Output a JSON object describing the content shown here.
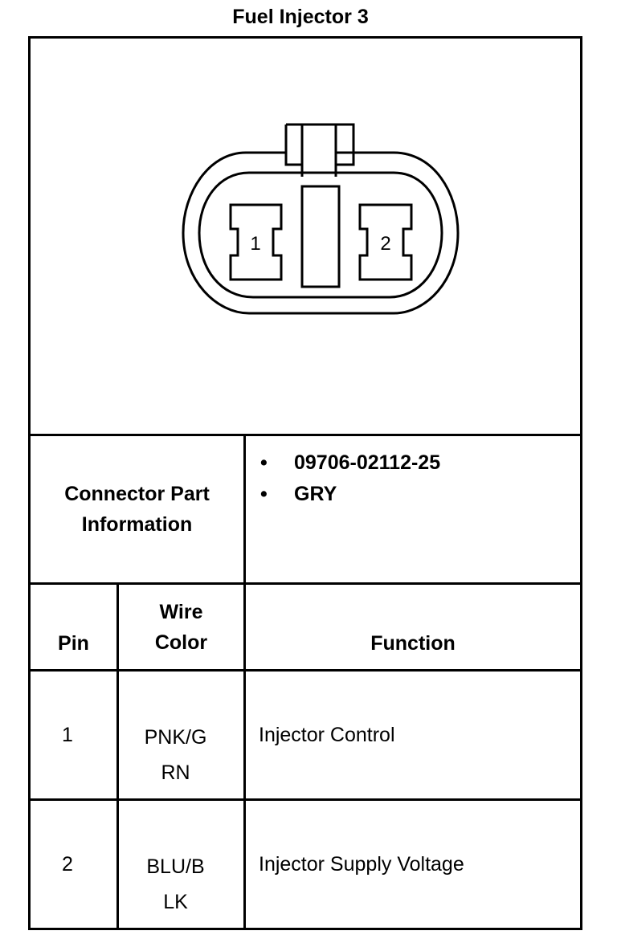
{
  "title": "Fuel Injector 3",
  "connector_diagram": {
    "pin_labels": [
      "1",
      "2"
    ]
  },
  "part_info": {
    "label_line1": "Connector Part",
    "label_line2": "Information",
    "items": [
      "09706-02112-25",
      "GRY"
    ],
    "bullet": "•"
  },
  "table": {
    "headers": {
      "pin": "Pin",
      "wire_color_line1": "Wire",
      "wire_color_line2": "Color",
      "function": "Function"
    },
    "rows": [
      {
        "pin": "1",
        "wire_line1": "PNK/G",
        "wire_line2": "RN",
        "function": "Injector Control"
      },
      {
        "pin": "2",
        "wire_line1": "BLU/B",
        "wire_line2": "LK",
        "function": "Injector Supply Voltage"
      }
    ]
  }
}
